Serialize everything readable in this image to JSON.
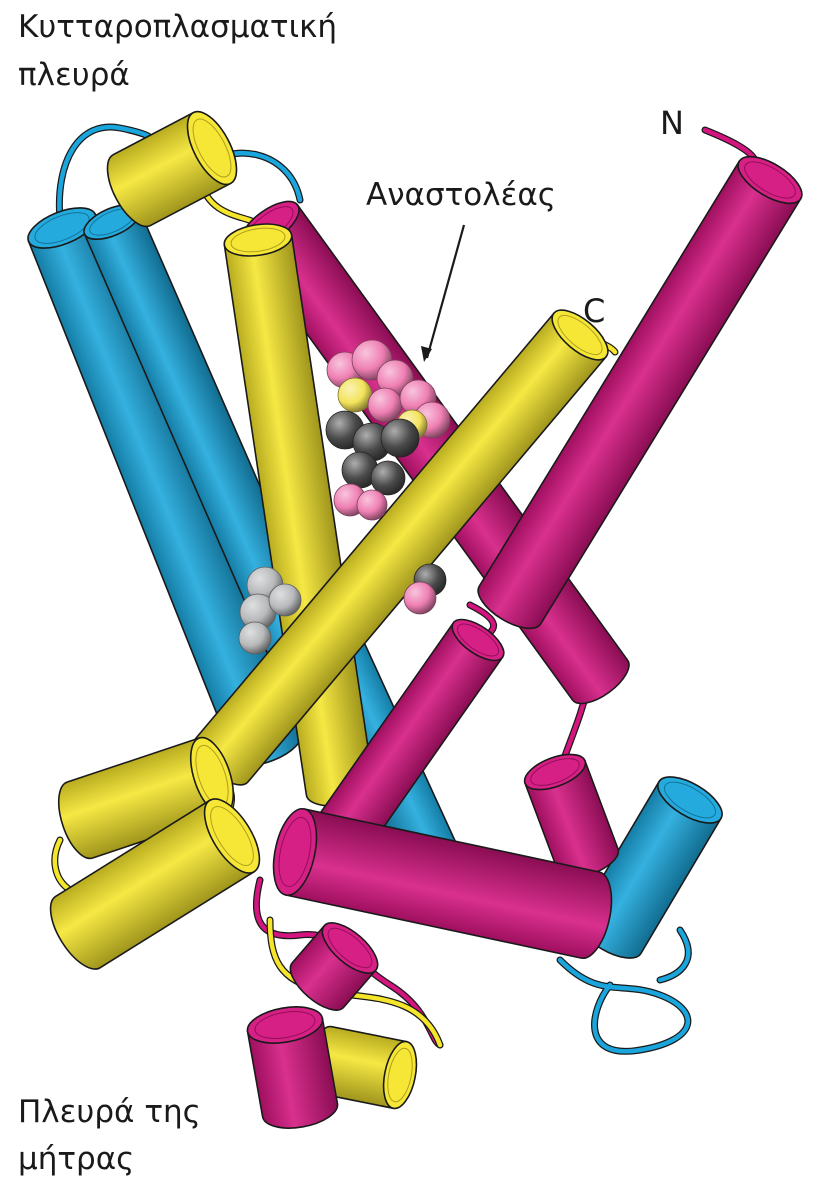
{
  "labels": {
    "top_side_line1": "Κυτταροπλασματική",
    "top_side_line2": "πλευρά",
    "inhibitor": "Αναστολέας",
    "n_terminus": "N",
    "c_terminus": "C",
    "bottom_side_line1": "Πλευρά της",
    "bottom_side_line2": "μήτρας"
  },
  "colors": {
    "blue": "#1aa6dc",
    "magenta": "#d4147f",
    "yellow": "#f5e52b",
    "inhibitor_pink": "#ef7fb3",
    "inhibitor_dark": "#4a4a4a",
    "inhibitor_gray": "#b7b9bb",
    "inhibitor_yellow": "#f3e35a",
    "outline": "#1a1a1a"
  }
}
